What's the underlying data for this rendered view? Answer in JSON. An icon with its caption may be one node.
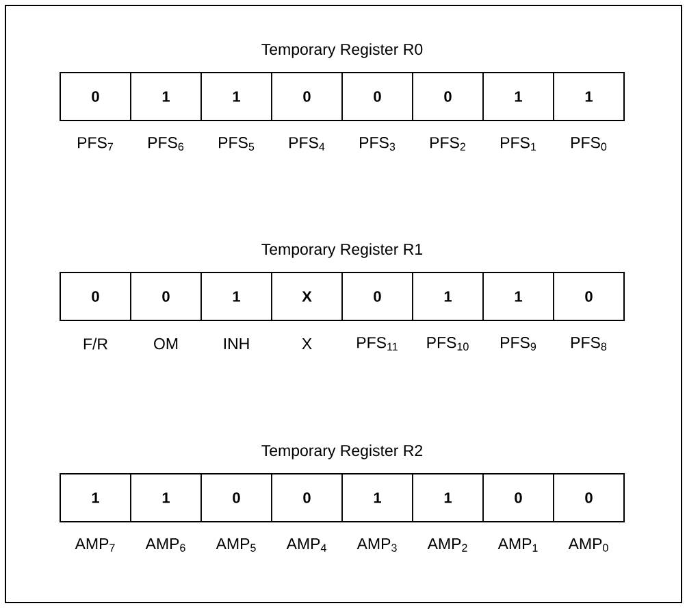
{
  "diagram": {
    "nodes": [
      {
        "text": [
          "Temporary Register R0"
        ]
      },
      {
        "text": [
          "0"
        ],
        "in": 0,
        "beside": [
          "PFS$_{7}$"
        ]
      },
      {
        "text": [
          "1"
        ],
        "in": 0,
        "beside": [
          "PFS$_{6}$"
        ]
      },
      {
        "text": [
          "1"
        ],
        "in": 0,
        "beside": [
          "PFS$_{5}$"
        ]
      },
      {
        "text": [
          "0"
        ],
        "in": 0,
        "beside": [
          "PFS$_{4}$"
        ]
      },
      {
        "text": [
          "0"
        ],
        "in": 0,
        "beside": [
          "PFS$_{3}$"
        ]
      },
      {
        "text": [
          "0"
        ],
        "in": 0,
        "beside": [
          "PFS$_{2}$"
        ]
      },
      {
        "text": [
          "1"
        ],
        "in": 0,
        "beside": [
          "PFS$_{1}$"
        ]
      },
      {
        "text": [
          "1"
        ],
        "in": 0,
        "beside": [
          "PFS$_{0}$"
        ]
      },
      {
        "text": [
          "Temporary Register R1"
        ]
      },
      {
        "text": [
          "0"
        ],
        "in": 9,
        "beside": [
          "F/R"
        ]
      },
      {
        "text": [
          "0"
        ],
        "in": 9,
        "beside": [
          "OM"
        ]
      },
      {
        "text": [
          "1"
        ],
        "in": 9,
        "beside": [
          "INH"
        ]
      },
      {
        "text": [
          "X"
        ],
        "in": 9,
        "beside": [
          "X"
        ]
      },
      {
        "text": [
          "0"
        ],
        "in": 9,
        "beside": [
          "PFS$_{11}$"
        ]
      },
      {
        "text": [
          "1"
        ],
        "in": 9,
        "beside": [
          "PFS$_{10}$"
        ]
      },
      {
        "text": [
          "1"
        ],
        "in": 9,
        "beside": [
          "PFS$_{9}$"
        ]
      },
      {
        "text": [
          "0"
        ],
        "in": 9,
        "beside": [
          "PFS$_{8}$"
        ]
      },
      {
        "text": [
          "Temporary Register R2"
        ]
      },
      {
        "text": [
          "1"
        ],
        "in": 18,
        "beside": [
          "AMP$_{7}$"
        ]
      },
      {
        "text": [
          "1"
        ],
        "in": 18,
        "beside": [
          "AMP$_{6}$"
        ]
      },
      {
        "text": [
          "0"
        ],
        "in": 18,
        "beside": [
          "AMP$_{5}$"
        ]
      },
      {
        "text": [
          "0"
        ],
        "in": 18,
        "beside": [
          "AMP$_{4}$"
        ]
      },
      {
        "text": [
          "1"
        ],
        "in": 18,
        "beside": [
          "AMP$_{3}$"
        ]
      },
      {
        "text": [
          "1"
        ],
        "in": 18,
        "beside": [
          "AMP$_{2}$"
        ]
      },
      {
        "text": [
          "0"
        ],
        "in": 18,
        "beside": [
          "AMP$_{1}$"
        ]
      },
      {
        "text": [
          "0"
        ],
        "in": 18,
        "beside": [
          "AMP$_{0}$"
        ]
      }
    ]
  }
}
